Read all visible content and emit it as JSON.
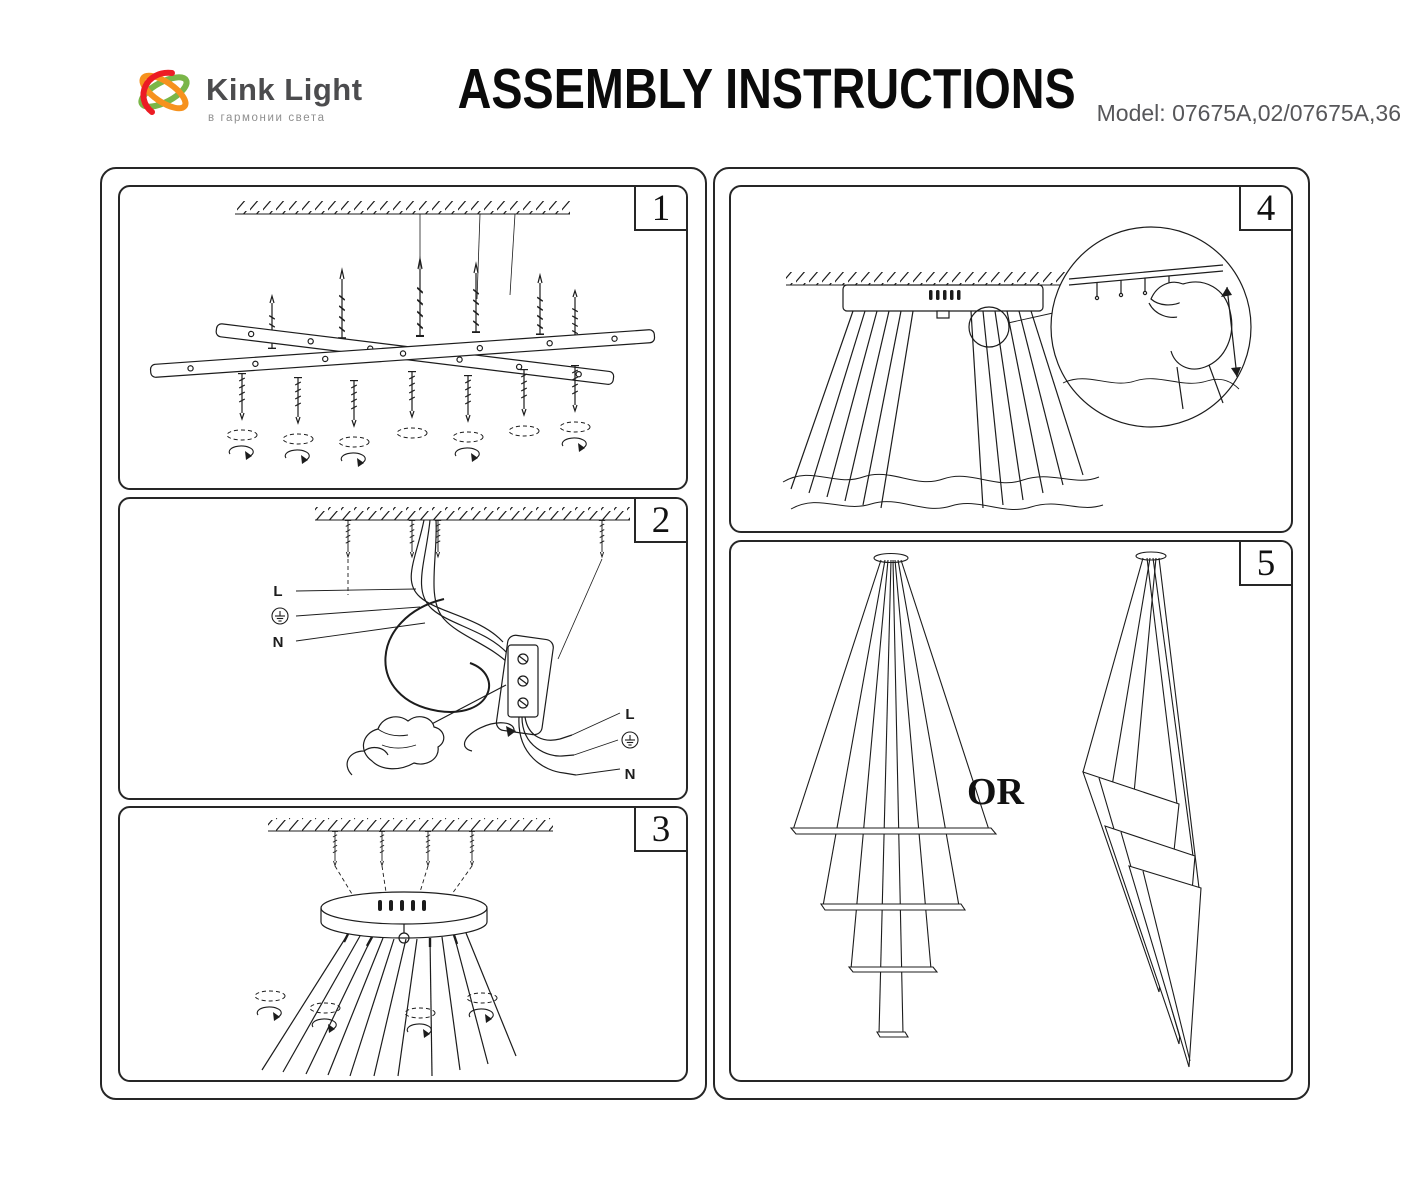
{
  "header": {
    "logo_name": "Kink Light",
    "logo_tagline": "в гармонии света",
    "title": "ASSEMBLY INSTRUCTIONS",
    "model": "Model: 07675A,02/07675A,36"
  },
  "steps": [
    {
      "number": "1"
    },
    {
      "number": "2"
    },
    {
      "number": "3"
    },
    {
      "number": "4"
    },
    {
      "number": "5"
    }
  ],
  "wiring": {
    "live": "L",
    "neutral": "N"
  },
  "step5": {
    "or_label": "OR"
  },
  "icons": {
    "ground_symbol": "earth-ground-icon",
    "rotation_arrow": "rotate-arrow-icon",
    "magnifier": "zoom-detail-circle",
    "logo_mark": "kink-light-swirl-logo"
  },
  "colors": {
    "line": "#1c1c1c",
    "border": "#262626",
    "logo_green": "#7ab648",
    "logo_orange": "#f6921e",
    "logo_red": "#ec1c24",
    "text_gray": "#57575a"
  }
}
